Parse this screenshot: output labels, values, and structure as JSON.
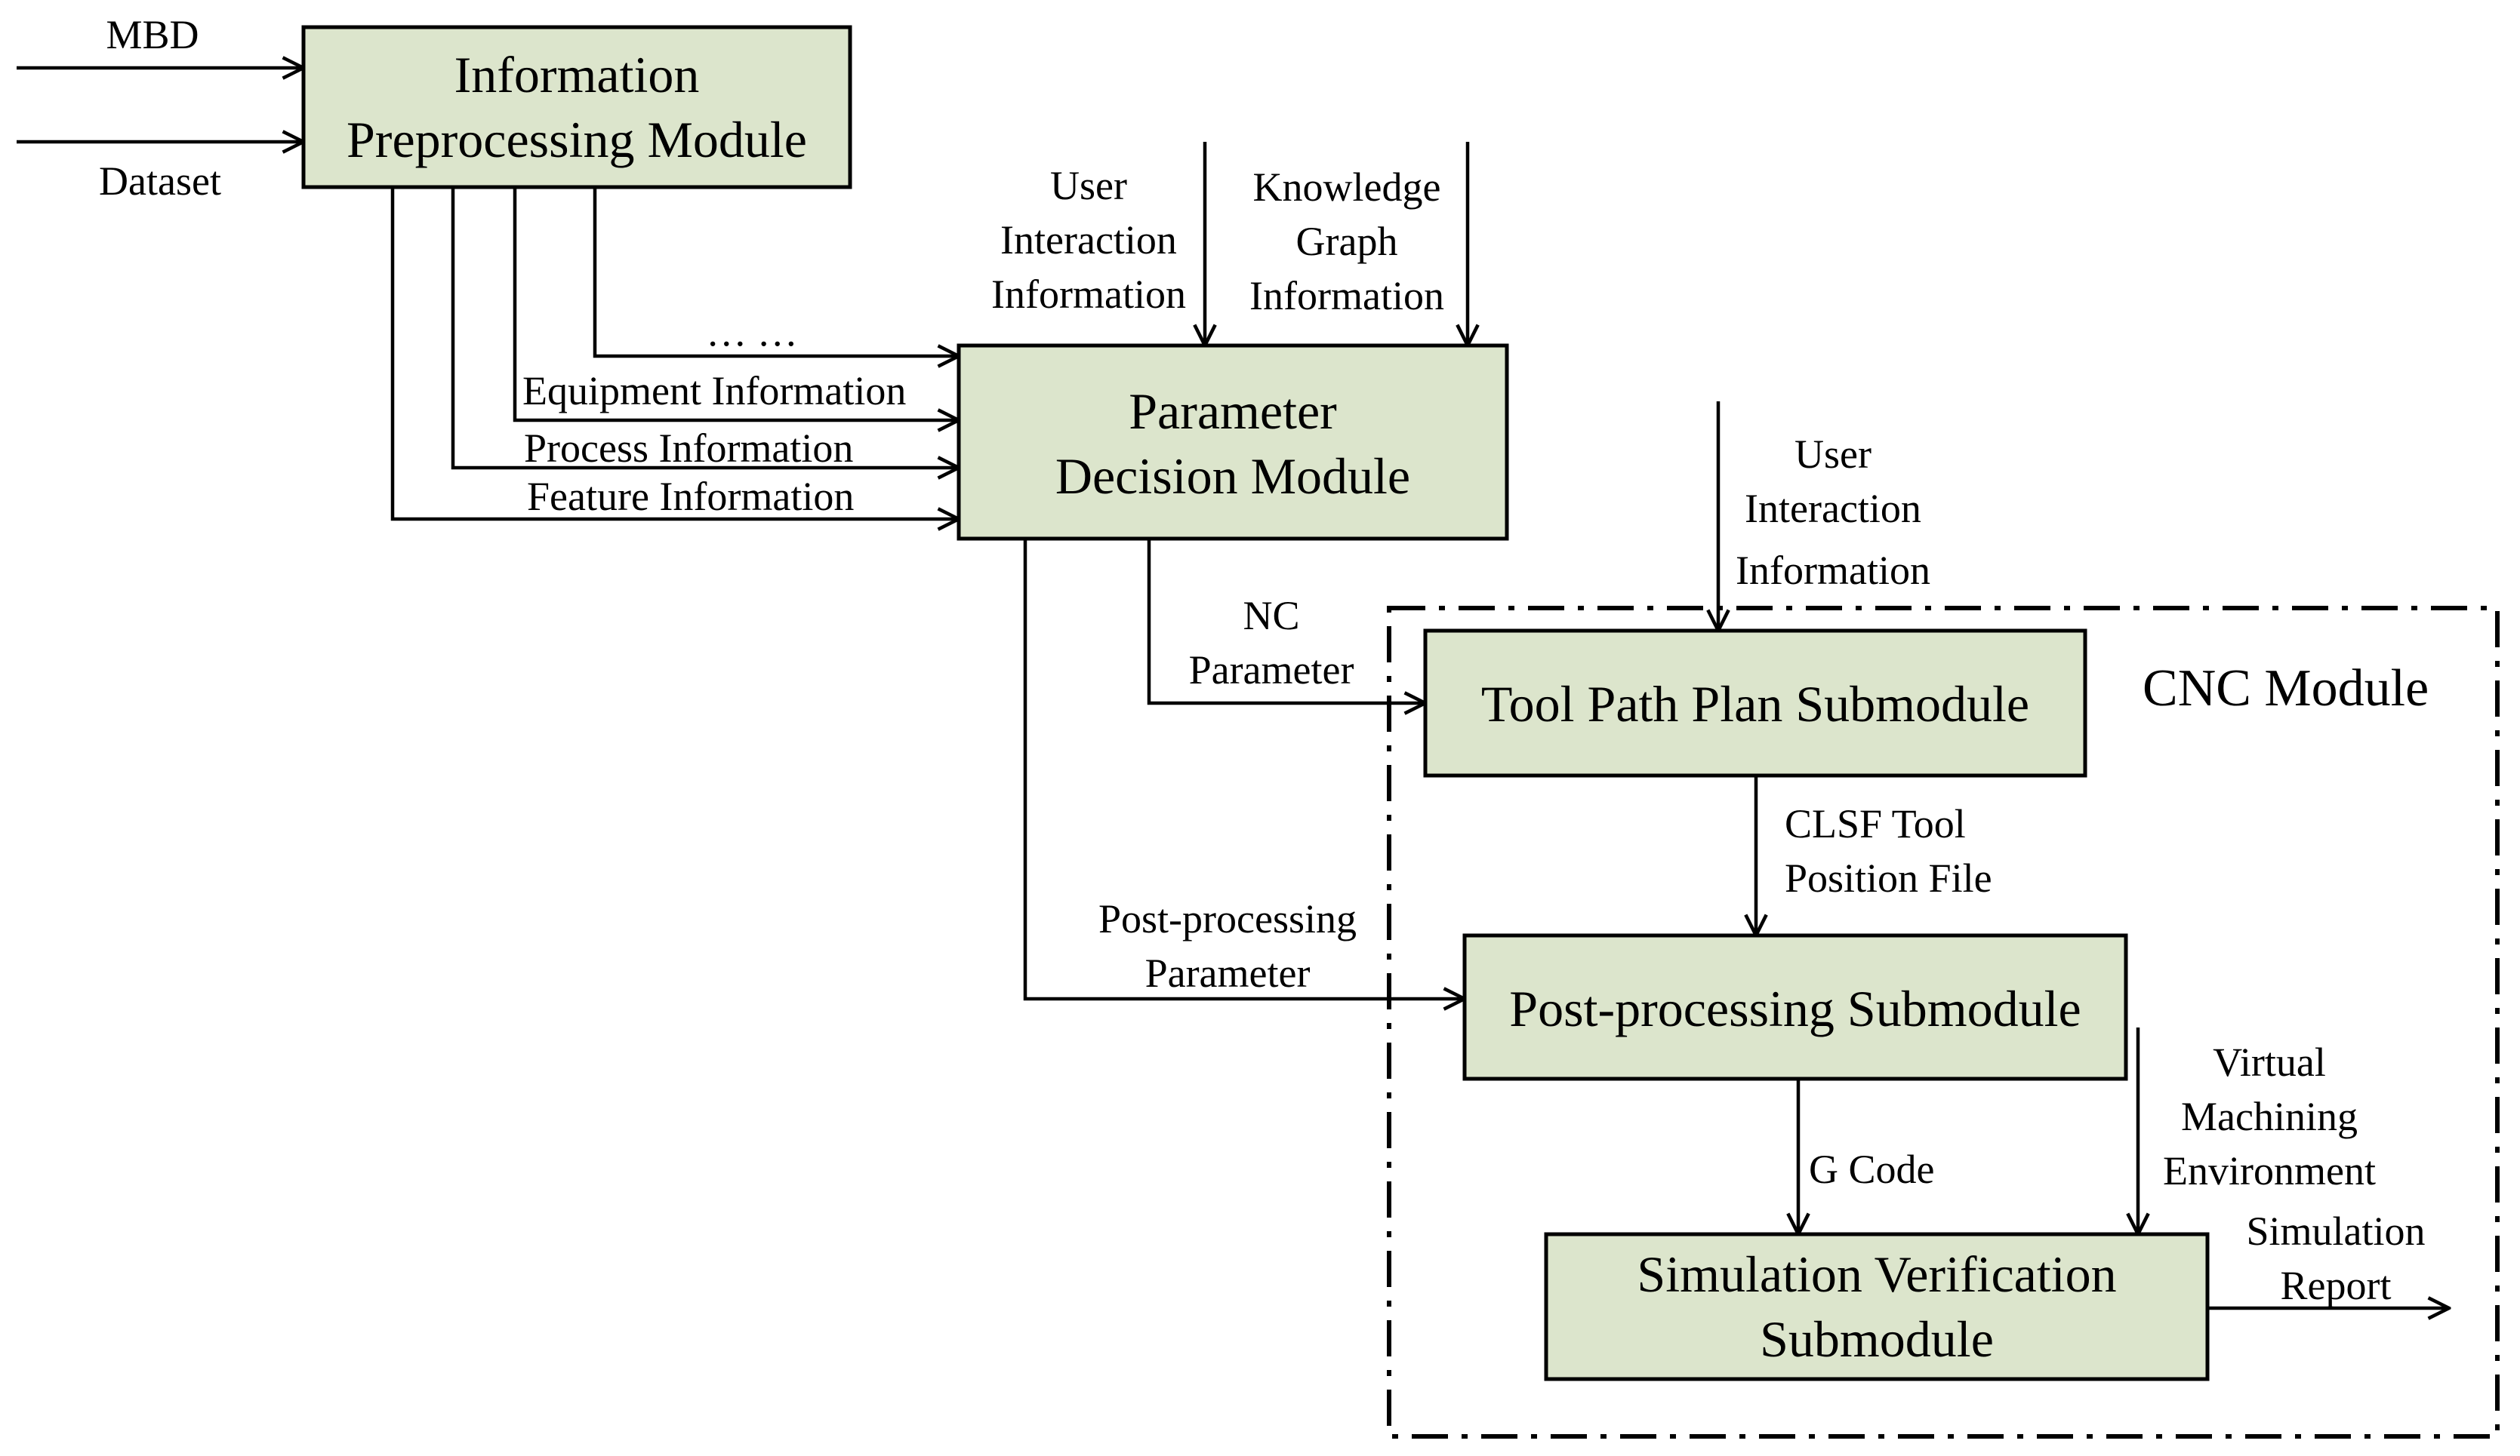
{
  "inputs": {
    "mbd": "MBD",
    "dataset": "Dataset"
  },
  "modules": {
    "info_preprocessing": {
      "line1": "Information",
      "line2": "Preprocessing Module"
    },
    "parameter_decision": {
      "line1": "Parameter",
      "line2": "Decision Module"
    },
    "cnc": "CNC Module",
    "tool_path": "Tool Path Plan Submodule",
    "post_processing": "Post-processing Submodule",
    "simulation": {
      "line1": "Simulation Verification",
      "line2": "Submodule"
    }
  },
  "flows": {
    "ellipsis": "… …",
    "equipment": "Equipment Information",
    "process": "Process Information",
    "feature": "Feature Information",
    "user_interaction_1": {
      "line1": "User",
      "line2": "Interaction",
      "line3": "Information"
    },
    "knowledge_graph": {
      "line1": "Knowledge",
      "line2": "Graph",
      "line3": "Information"
    },
    "user_interaction_2": {
      "line1": "User",
      "line2": "Interaction",
      "line3": "Information"
    },
    "nc_parameter": {
      "line1": "NC",
      "line2": "Parameter"
    },
    "clsf": {
      "line1": "CLSF Tool",
      "line2": "Position File"
    },
    "post_param": {
      "line1": "Post-processing",
      "line2": "Parameter"
    },
    "gcode": "G Code",
    "virtual_env": {
      "line1": "Virtual",
      "line2": "Machining",
      "line3": "Environment"
    },
    "sim_report": {
      "line1": "Simulation",
      "line2": "Report"
    }
  }
}
